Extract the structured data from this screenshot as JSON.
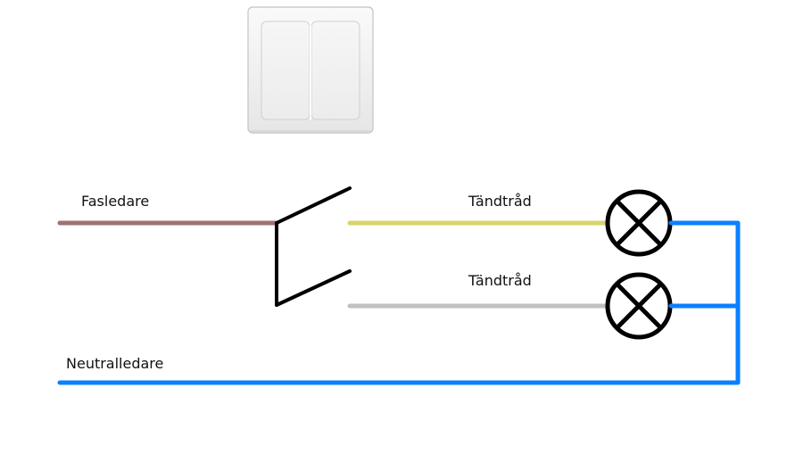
{
  "labels": {
    "phase": "Fasledare",
    "switched_1": "Tändtråd",
    "switched_2": "Tändtråd",
    "neutral": "Neutralledare"
  },
  "colors": {
    "phase_wire": "#a07070",
    "switched_wire_1": "#d9d36a",
    "switched_wire_2": "#c0c0c0",
    "neutral_wire": "#0a80ff",
    "symbol": "#000000",
    "switch_plate": "#f2f2f2",
    "switch_plate_border": "#bdbdbd"
  },
  "icons": {
    "switch_photo": "double-rocker-light-switch-icon",
    "lamp_1": "lamp-symbol-icon",
    "lamp_2": "lamp-symbol-icon",
    "switch_symbol": "double-pole-switch-symbol-icon"
  }
}
